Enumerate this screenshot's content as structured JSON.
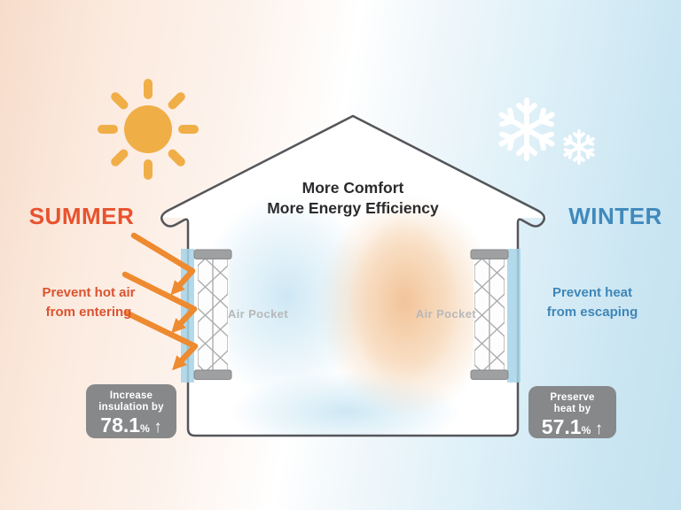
{
  "season_left": {
    "label": "SUMMER",
    "note_line1": "Prevent hot air",
    "note_line2": "from entering"
  },
  "season_right": {
    "label": "WINTER",
    "note_line1": "Prevent heat",
    "note_line2": "from escaping"
  },
  "house": {
    "title_line1": "More Comfort",
    "title_line2": "More Energy Efficiency",
    "air_pocket_left": "Air Pocket",
    "air_pocket_right": "Air Pocket"
  },
  "badge_left": {
    "line1": "Increase",
    "line2": "insulation by",
    "value": "78.1",
    "unit": "%",
    "arrow": "↑"
  },
  "badge_right": {
    "line1": "Preserve",
    "line2": "heat by",
    "value": "57.1",
    "unit": "%",
    "arrow": "↑"
  },
  "colors": {
    "summer_accent": "#E8522E",
    "winter_accent": "#4089BC",
    "sun": "#F0AE47",
    "arrow_orange": "#EE8A30",
    "badge_gray": "#87888A",
    "glass_blue": "#A6D3E8",
    "outline_gray": "#55565A",
    "air_pocket_gray": "#B7B8BA",
    "bg_warm": "#F7DCCA",
    "bg_cool": "#C3E1EF"
  }
}
